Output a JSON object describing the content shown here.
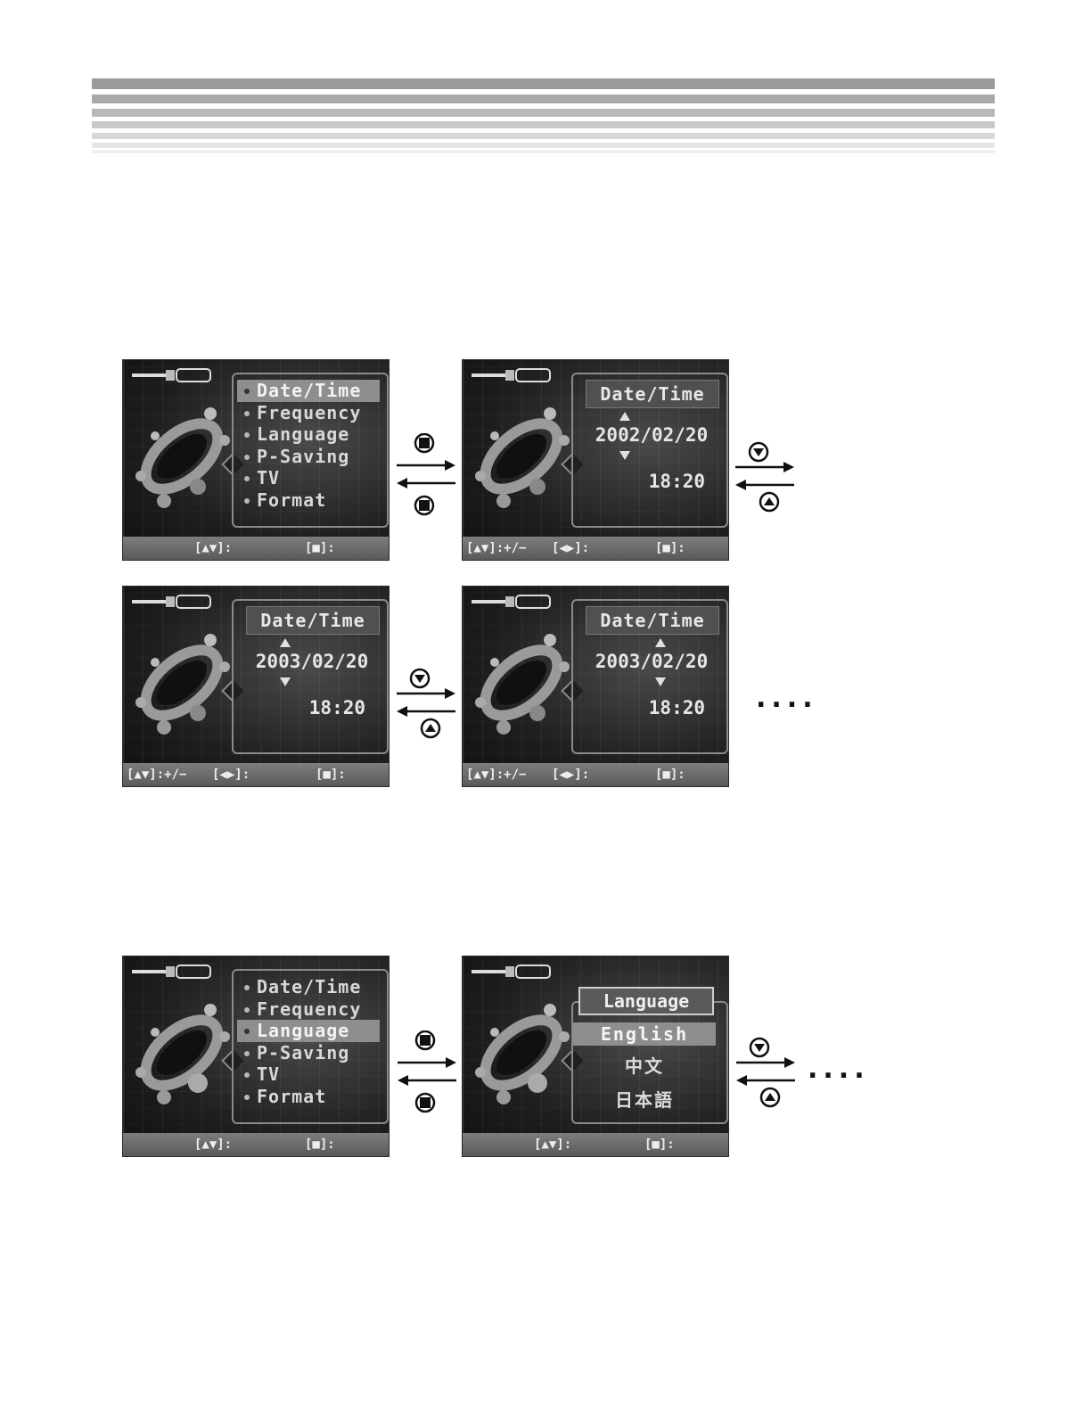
{
  "flows": {
    "datetime": {
      "screen_main": {
        "menu": [
          "Date/Time",
          "Frequency",
          "Language",
          "P-Saving",
          "TV",
          "Format"
        ],
        "selected_index": 0,
        "status_left": "[▲▼]:",
        "status_right": "[■]:"
      },
      "screen_2002": {
        "title": "Date/Time",
        "date": "2002/02/20",
        "time": "18:20",
        "status_a": "[▲▼]:+/−",
        "status_b": "[◀▶]:",
        "status_c": "[■]:"
      },
      "screen_2003a": {
        "title": "Date/Time",
        "date": "2003/02/20",
        "time": "18:20",
        "status_a": "[▲▼]:+/−",
        "status_b": "[◀▶]:",
        "status_c": "[■]:"
      },
      "screen_2003b": {
        "title": "Date/Time",
        "date": "2003/02/20",
        "time": "18:20",
        "status_a": "[▲▼]:+/−",
        "status_b": "[◀▶]:",
        "status_c": "[■]:"
      },
      "continue": "...."
    },
    "language": {
      "screen_main": {
        "menu": [
          "Date/Time",
          "Frequency",
          "Language",
          "P-Saving",
          "TV",
          "Format"
        ],
        "selected_index": 2,
        "status_left": "[▲▼]:",
        "status_right": "[■]:"
      },
      "screen_lang": {
        "title": "Language",
        "options": [
          "English",
          "中文",
          "日本語"
        ],
        "selected_index": 0,
        "status_left": "[▲▼]:",
        "status_right": "[■]:"
      },
      "continue": "...."
    }
  },
  "icons": {
    "enter": "stop-square-button-icon",
    "down": "down-triangle-button-icon",
    "up": "up-triangle-button-icon"
  }
}
